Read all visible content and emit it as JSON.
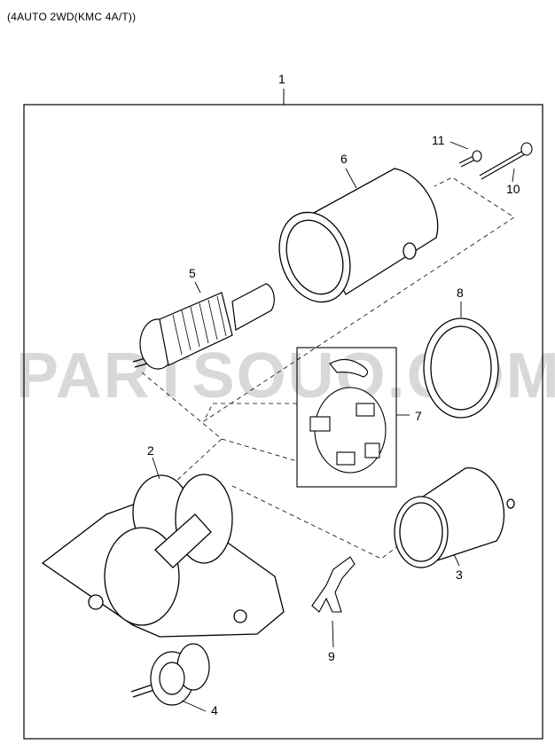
{
  "header": {
    "title": "(4AUTO 2WD(KMC 4A/T))"
  },
  "watermark": {
    "text": "PARTSOUQ.COM"
  },
  "callouts": {
    "c1": "1",
    "c2": "2",
    "c3": "3",
    "c4": "4",
    "c5": "5",
    "c6": "6",
    "c7": "7",
    "c8": "8",
    "c9": "9",
    "c10": "10",
    "c11": "11"
  }
}
